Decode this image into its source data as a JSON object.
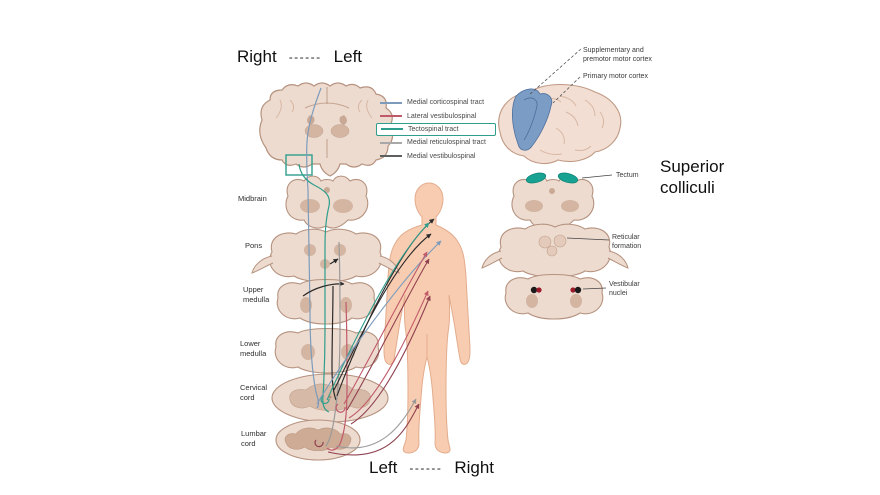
{
  "figure": {
    "type": "neuroanatomy-pathway-diagram",
    "description": "Descending ventromedial motor pathways through brainstem and spinal cord"
  },
  "orientation": {
    "top": {
      "left": "Right",
      "dashes": "------",
      "right": "Left"
    },
    "bottom": {
      "left": "Left",
      "dashes": "------",
      "right": "Right"
    }
  },
  "legend": {
    "items": [
      {
        "label": "Medial corticospinal tract",
        "color": "#7d9cbb",
        "highlighted": false
      },
      {
        "label": "Lateral vestibulospinal",
        "color": "#c05a6a",
        "highlighted": false
      },
      {
        "label": "Tectospinal tract",
        "color": "#2f9e8c",
        "highlighted": true
      },
      {
        "label": "Medial reticulospinal tract",
        "color": "#a8a8a8",
        "highlighted": false
      },
      {
        "label": "Medial vestibulospinal",
        "color": "#5f5f5f",
        "highlighted": false
      }
    ],
    "highlight_box_color": "#2f9e8c"
  },
  "section_labels": {
    "midbrain": "Midbrain",
    "pons": "Pons",
    "upper_medulla": "Upper\nmedulla",
    "lower_medulla": "Lower\nmedulla",
    "cervical_cord": "Cervical\ncord",
    "lumbar_cord": "Lumbar\ncord"
  },
  "cortex_labels": {
    "supplementary_premotor": "Supplementary and\npremotor motor cortex",
    "primary_motor": "Primary motor cortex"
  },
  "structure_labels": {
    "tectum": "Tectum",
    "reticular_formation": "Reticular\nformation",
    "vestibular_nuclei": "Vestibular\nnuclei"
  },
  "annotations": {
    "superior_colliculi": "Superior\ncolliculi"
  },
  "colors": {
    "background": "#ffffff",
    "brain_fill": "#eddbd0",
    "brain_outline": "#b5927e",
    "inner_structure": "#d3b5a2",
    "body_fill": "#f8ccb1",
    "body_outline": "#e3ac8d",
    "motor_cortex_blue": "#7b9cc4",
    "tectum_teal": "#17a291",
    "vestibular_nucleus_red": "#9c1b2a"
  }
}
